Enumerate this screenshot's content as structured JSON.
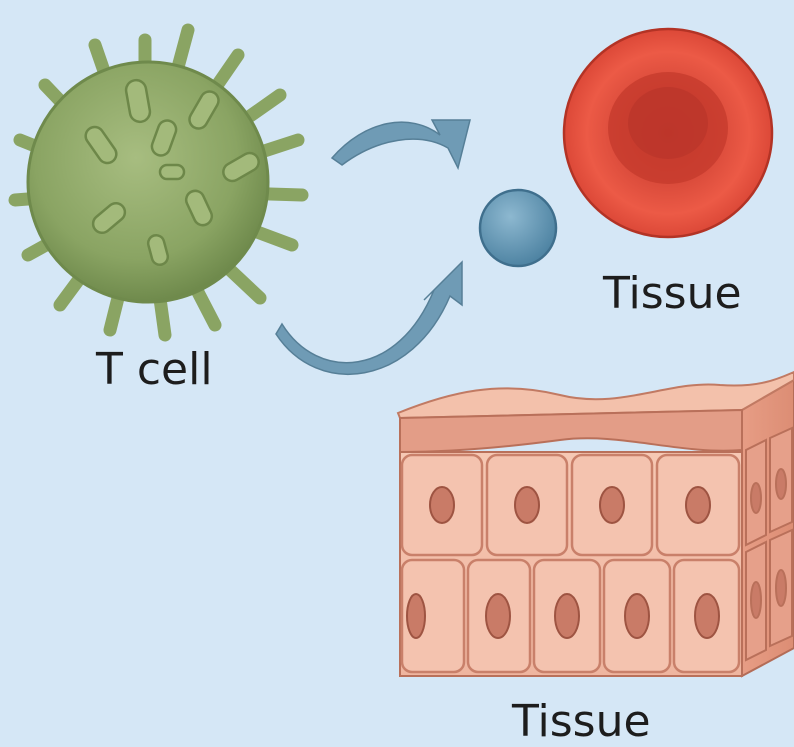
{
  "labels": {
    "t_cell": "T cell",
    "red_cell": "Tissue",
    "tissue": "Tissue"
  },
  "colors": {
    "background": "#d5e7f6",
    "t_cell": "#8fa867",
    "red_cell": "#e0483a",
    "arrow": "#6f9bb5",
    "molecule": "#6a9cb9",
    "tissue": "#eeb39e"
  }
}
